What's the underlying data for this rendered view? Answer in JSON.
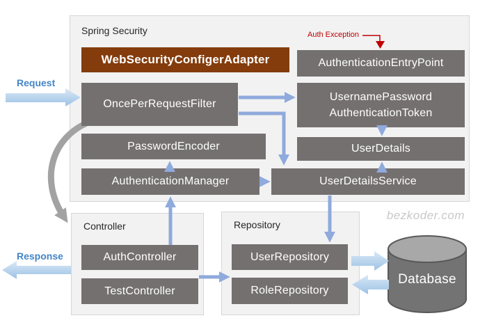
{
  "containers": {
    "spring_security": {
      "label": "Spring Security"
    },
    "controller": {
      "label": "Controller"
    },
    "repository": {
      "label": "Repository"
    }
  },
  "boxes": {
    "web_security_configer_adapter": {
      "label": "WebSecurityConfigerAdapter"
    },
    "authentication_entry_point": {
      "label": "AuthenticationEntryPoint"
    },
    "once_per_request_filter": {
      "label": "OncePerRequestFilter"
    },
    "username_password_authentication_token": {
      "line1": "UsernamePassword",
      "line2": "AuthenticationToken"
    },
    "password_encoder": {
      "label": "PasswordEncoder"
    },
    "user_details": {
      "label": "UserDetails"
    },
    "authentication_manager": {
      "label": "AuthenticationManager"
    },
    "user_details_service": {
      "label": "UserDetailsService"
    },
    "auth_controller": {
      "label": "AuthController"
    },
    "test_controller": {
      "label": "TestController"
    },
    "user_repository": {
      "label": "UserRepository"
    },
    "role_repository": {
      "label": "RoleRepository"
    }
  },
  "flow_labels": {
    "request": "Request",
    "response": "Response",
    "auth_exception": "Auth Exception"
  },
  "database": {
    "label": "Database"
  },
  "watermark": "bezkoder.com",
  "colors": {
    "node_gray": "#757070",
    "node_brown": "#843C0C",
    "connector_blue": "#8FAADC",
    "block_arrow_light_blue_top": "#D9E8F6",
    "block_arrow_light_blue_bottom": "#9CC2E5",
    "flow_label_blue": "#4485C7",
    "exception_red": "#C00000",
    "container_bg": "#F2F2F2",
    "curve_gray": "#A2A2A2",
    "database_body": "#737373",
    "database_lid": "#A8A8A8"
  }
}
